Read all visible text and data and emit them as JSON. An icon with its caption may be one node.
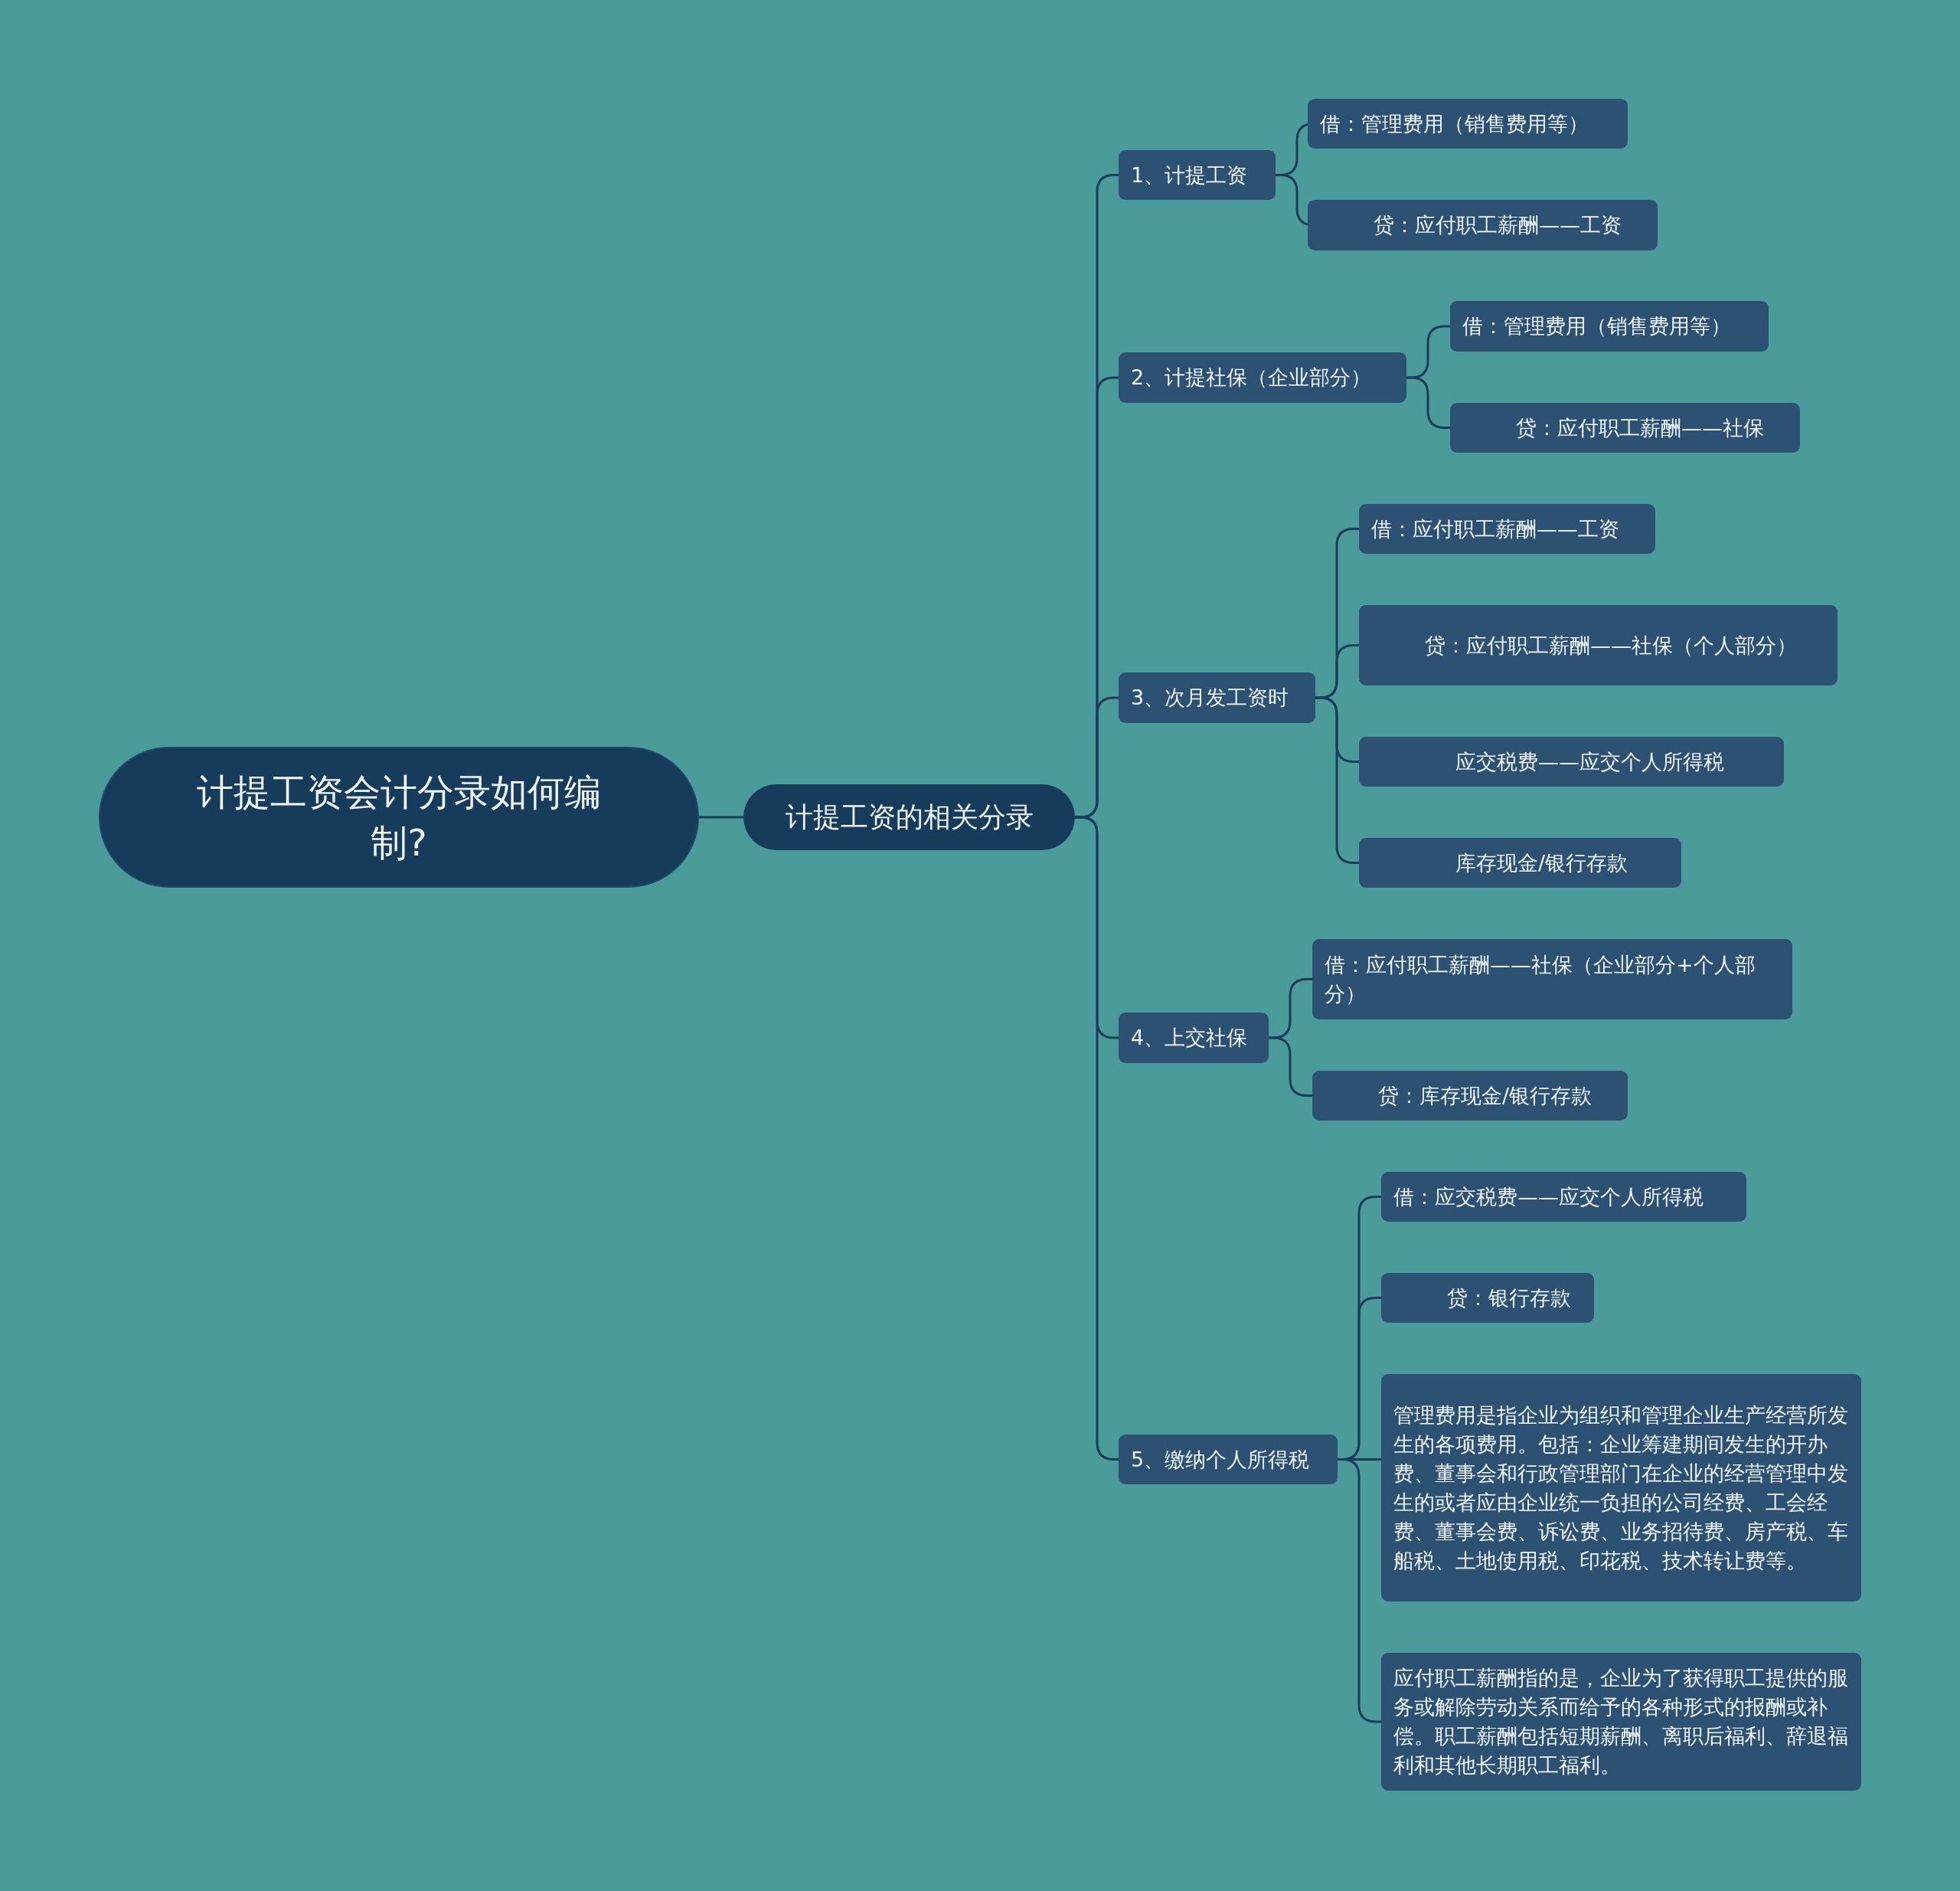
{
  "diagram": {
    "nodes": [
      {
        "text": [
          "计提工资会计分录如何编制?"
        ]
      },
      {
        "text": [
          "计提工资的相关分录"
        ]
      },
      {
        "text": [
          "1、计提工资"
        ]
      },
      {
        "text": [
          "借：管理费用（销售费用等）"
        ]
      },
      {
        "text": [
          "贷：应付职工薪酬——工资"
        ]
      },
      {
        "text": [
          "2、计提社保（企业部分）"
        ]
      },
      {
        "text": [
          "借：管理费用（销售费用等）"
        ]
      },
      {
        "text": [
          "贷：应付职工薪酬——社保"
        ]
      },
      {
        "text": [
          "3、次月发工资时"
        ]
      },
      {
        "text": [
          "借：应付职工薪酬——工资"
        ]
      },
      {
        "text": [
          "贷：应付职工薪酬——社保（个人部分）"
        ]
      },
      {
        "text": [
          "应交税费——应交个人所得税"
        ]
      },
      {
        "text": [
          "库存现金/银行存款"
        ]
      },
      {
        "text": [
          "4、上交社保"
        ]
      },
      {
        "text": [
          "借：应付职工薪酬——社保（企业部分+个人部分）"
        ]
      },
      {
        "text": [
          "贷：库存现金/银行存款"
        ]
      },
      {
        "text": [
          "5、缴纳个人所得税"
        ]
      },
      {
        "text": [
          "借：应交税费——应交个人所得税"
        ]
      },
      {
        "text": [
          "贷：银行存款"
        ]
      },
      {
        "text": [
          "管理费用是指企业为组织和管理企业生产经营所发生的各项费用。包括：企业筹建期间发生的开办费、董事会和行政管理部门在企业的经营管理中发生的或者应由企业统一负担的公司经费、工会经费、董事会费、诉讼费、业务招待费、房产税、车船税、土地使用税、印花税、技术转让费等。"
        ]
      },
      {
        "text": [
          "应付职工薪酬指的是，企业为了获得职工提供的服务或解除劳动关系而给予的各种形式的报酬或补偿。职工薪酬包括短期薪酬、离职后福利、辞退福利和其他长期职工福利。"
        ]
      }
    ],
    "edges": [
      {
        "from": 0,
        "to": 1,
        "arrow": "none"
      },
      {
        "from": 1,
        "to": 2,
        "arrow": "none"
      },
      {
        "from": 1,
        "to": 5,
        "arrow": "none"
      },
      {
        "from": 1,
        "to": 8,
        "arrow": "none"
      },
      {
        "from": 1,
        "to": 13,
        "arrow": "none"
      },
      {
        "from": 1,
        "to": 16,
        "arrow": "none"
      },
      {
        "from": 2,
        "to": 3,
        "arrow": "none"
      },
      {
        "from": 2,
        "to": 4,
        "arrow": "none"
      },
      {
        "from": 5,
        "to": 6,
        "arrow": "none"
      },
      {
        "from": 5,
        "to": 7,
        "arrow": "none"
      },
      {
        "from": 8,
        "to": 9,
        "arrow": "none"
      },
      {
        "from": 8,
        "to": 10,
        "arrow": "none"
      },
      {
        "from": 8,
        "to": 11,
        "arrow": "none"
      },
      {
        "from": 8,
        "to": 12,
        "arrow": "none"
      },
      {
        "from": 13,
        "to": 14,
        "arrow": "none"
      },
      {
        "from": 13,
        "to": 15,
        "arrow": "none"
      },
      {
        "from": 16,
        "to": 17,
        "arrow": "none"
      },
      {
        "from": 16,
        "to": 18,
        "arrow": "none"
      },
      {
        "from": 16,
        "to": 19,
        "arrow": "none"
      },
      {
        "from": 16,
        "to": 20,
        "arrow": "none"
      }
    ]
  }
}
